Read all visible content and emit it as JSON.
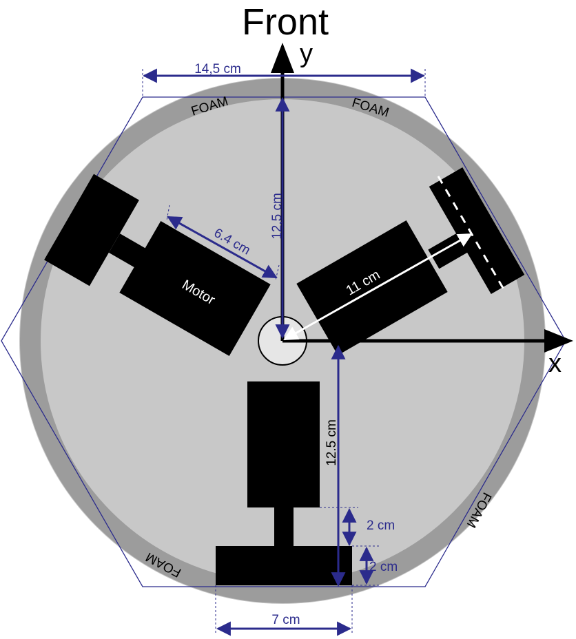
{
  "title": "Front",
  "axes": {
    "x": "x",
    "y": "y"
  },
  "labels": {
    "foam": "FOAM",
    "motor": "Motor"
  },
  "dimensions": {
    "hex_width": "14,5 cm",
    "center_to_front": "12,5 cm",
    "motor_length": "6.4 cm",
    "wheel_radius": "11 cm",
    "center_to_back": "12.5 cm",
    "shaft_length": "2 cm",
    "wheel_thickness": "2 cm",
    "wheel_width": "7 cm"
  },
  "colors": {
    "disc": "#c8c8c8",
    "foam_ring": "#9c9c9c",
    "dimension": "#2b2b8c",
    "component": "#000000",
    "hub": "#e6e6e6"
  }
}
